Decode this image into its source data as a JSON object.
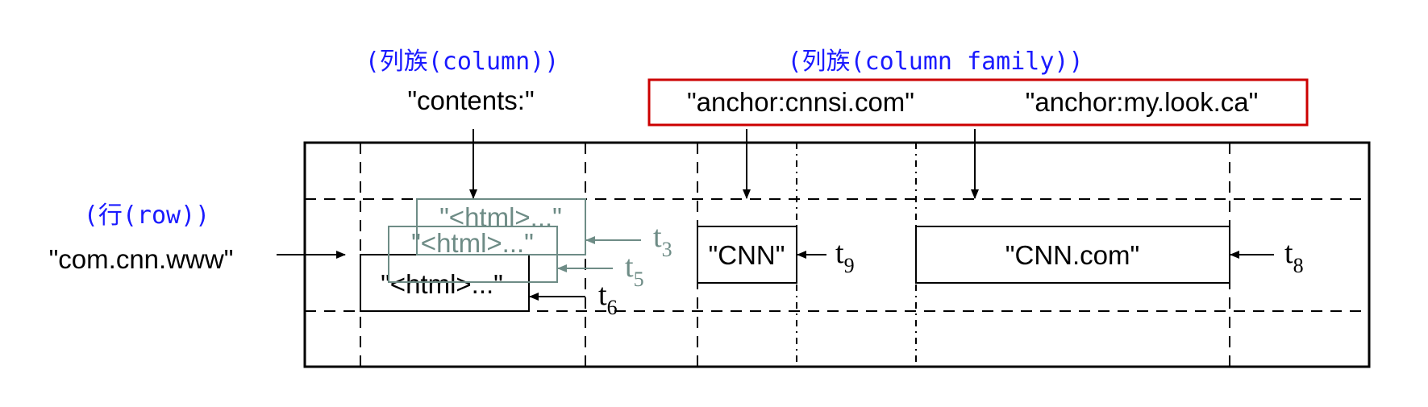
{
  "labels": {
    "column": "(列族(column))",
    "column_family": "(列族(column family))",
    "row": "(行(row))"
  },
  "row_key": "\"com.cnn.www\"",
  "columns": {
    "contents": "\"contents:\"",
    "anchor1": "\"anchor:cnnsi.com\"",
    "anchor2": "\"anchor:my.look.ca\""
  },
  "cells": {
    "contents_versions": [
      {
        "value": "\"<html>...\"",
        "t": "t",
        "sub": "3"
      },
      {
        "value": "\"<html>...\"",
        "t": "t",
        "sub": "5"
      },
      {
        "value": "\"<html>...\"",
        "t": "t",
        "sub": "6"
      }
    ],
    "anchor1": {
      "value": "\"CNN\"",
      "t": "t",
      "sub": "9"
    },
    "anchor2": {
      "value": "\"CNN.com\"",
      "t": "t",
      "sub": "8"
    }
  },
  "colors": {
    "highlight": "#cc0000",
    "label": "#1a1aff",
    "old_version": "#6e8c86"
  }
}
